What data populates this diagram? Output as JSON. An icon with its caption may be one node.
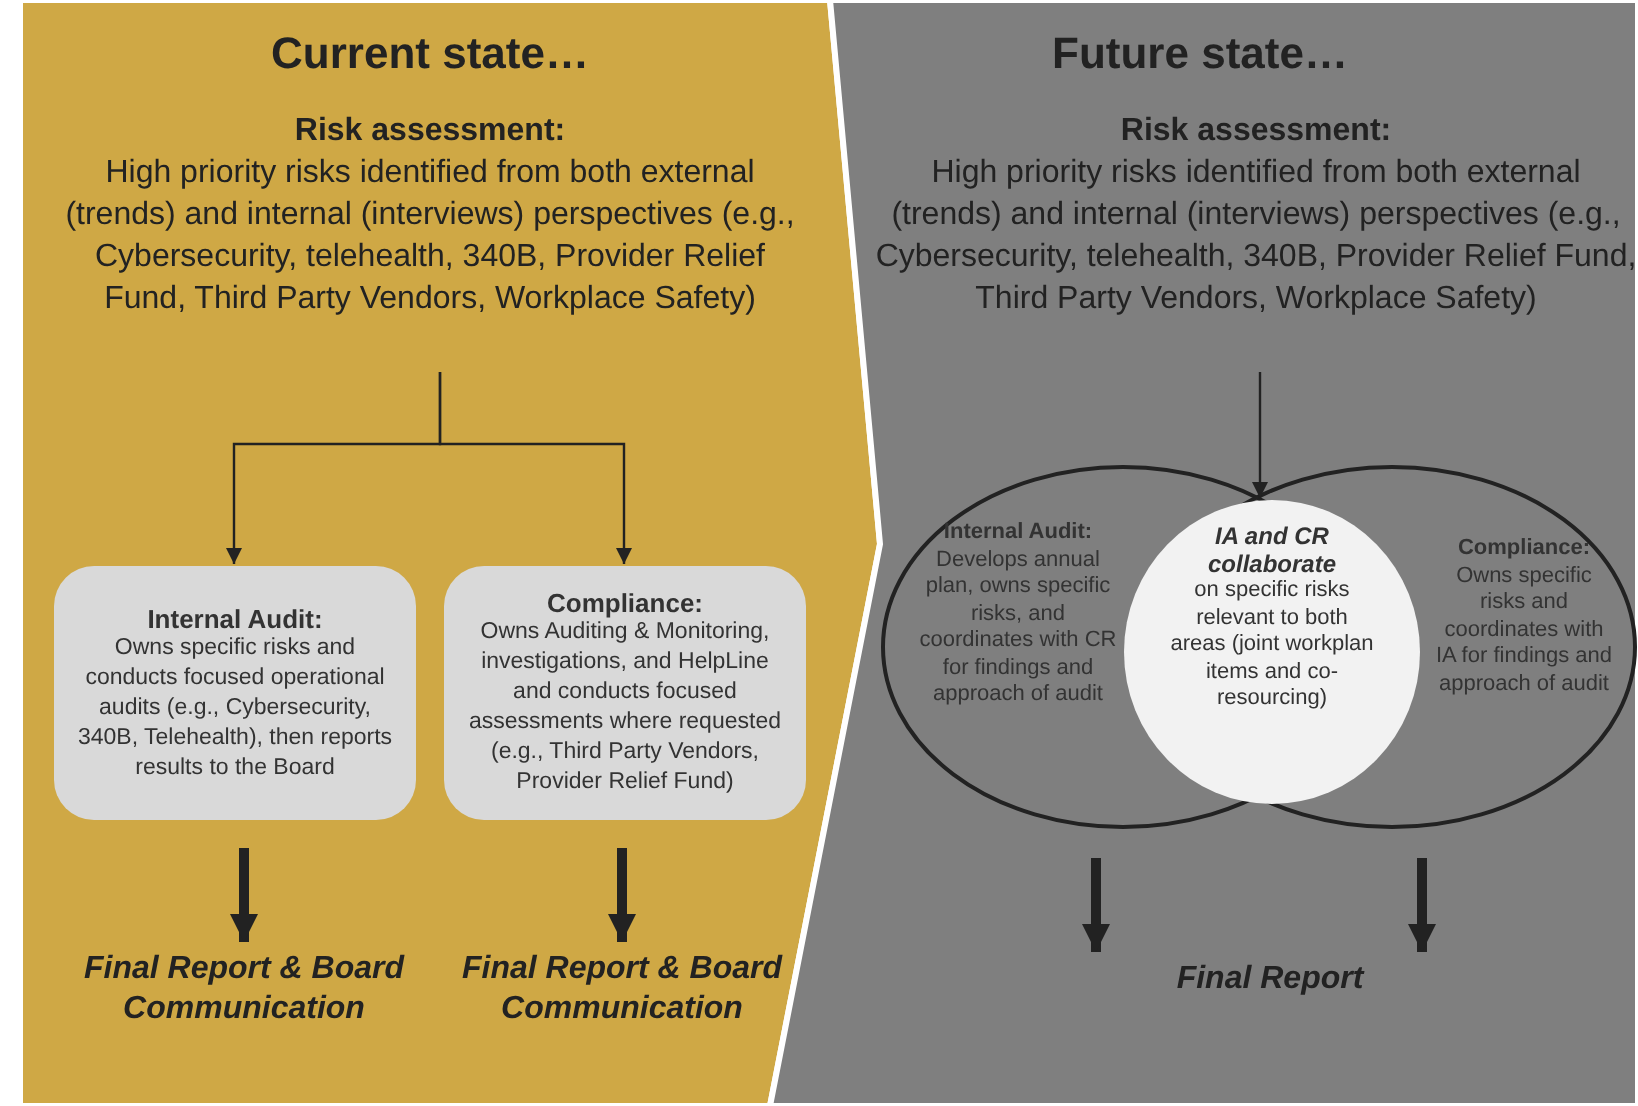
{
  "diagram": {
    "nodes": [
      {
        "text": [
          "Current state…"
        ]
      },
      {
        "text": [
          "Risk assessment:",
          "High priority risks identified from both external (trends) and internal (interviews) perspectives (e.g., Cybersecurity, telehealth, 340B, Provider Relief Fund, Third Party Vendors, Workplace Safety)"
        ],
        "in": 0
      },
      {
        "text": [
          "Internal Audit:",
          "Owns specific risks and conducts focused operational audits (e.g., Cybersecurity, 340B, Telehealth), then reports results to the Board"
        ],
        "in": 0
      },
      {
        "text": [
          "Compliance:",
          "Owns Auditing & Monitoring, investigations, and HelpLine and conducts focused assessments where requested (e.g., Third Party Vendors, Provider Relief Fund)"
        ],
        "in": 0
      },
      {
        "text": [
          "Final Report & Board Communication"
        ],
        "in": 0
      },
      {
        "text": [
          "Final Report & Board Communication"
        ],
        "in": 0
      },
      {
        "text": [
          "Future state…"
        ]
      },
      {
        "text": [
          "Risk assessment:",
          "High priority risks identified from both external (trends) and internal (interviews) perspectives (e.g., Cybersecurity, telehealth, 340B, Provider Relief Fund, Third Party Vendors, Workplace Safety)"
        ],
        "in": 6
      },
      {
        "text": [
          "Internal Audit:",
          "Develops annual plan, owns specific risks, and coordinates with CR for findings and approach of audit"
        ],
        "in": 6
      },
      {
        "text": [
          "IA and CR collaborate",
          "on specific risks relevant to both areas (joint workplan items and co-resourcing)"
        ],
        "in": 6
      },
      {
        "text": [
          "Compliance:",
          "Owns specific risks and coordinates with IA for findings and approach of audit"
        ],
        "in": 6
      },
      {
        "text": [
          "Final Report"
        ],
        "in": 6
      }
    ],
    "edges": [
      {
        "from": 1,
        "to": 2,
        "arrow": "to"
      },
      {
        "from": 1,
        "to": 3,
        "arrow": "to"
      },
      {
        "from": 2,
        "to": 4,
        "arrow": "to"
      },
      {
        "from": 3,
        "to": 5,
        "arrow": "to"
      },
      {
        "from": 7,
        "to": 9,
        "arrow": "to"
      },
      {
        "from": 8,
        "to": 11,
        "arrow": "to"
      },
      {
        "from": 10,
        "to": 11,
        "arrow": "to"
      }
    ]
  }
}
